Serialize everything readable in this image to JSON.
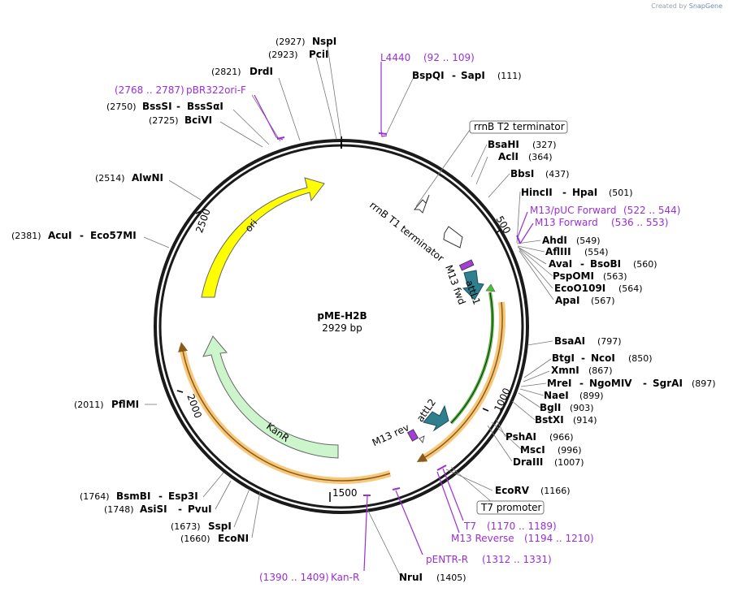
{
  "credit": {
    "prefix": "Created by",
    "brand": "SnapGene"
  },
  "plasmid": {
    "name": "pME-H2B",
    "length": "2929 bp"
  },
  "ticks": [
    "500",
    "1000",
    "1500",
    "2000",
    "2500"
  ],
  "features": [
    {
      "label": "ori"
    },
    {
      "label": "KanR"
    },
    {
      "label": "rrnB T1 terminator"
    },
    {
      "label": "M13 fwd"
    },
    {
      "label": "attL1"
    },
    {
      "label": "attL2"
    },
    {
      "label": "M13 rev"
    }
  ],
  "boxed_labels": [
    {
      "text": "rrnB T2 terminator"
    },
    {
      "text": "T7 promoter"
    }
  ],
  "enzymes": [
    {
      "name": "NspI",
      "pos": "(2927)"
    },
    {
      "name": "PciI",
      "pos": "(2923)"
    },
    {
      "name": "DrdI",
      "pos": "(2821)"
    },
    {
      "name": "BssSI",
      "name2": "BssSαI",
      "pos": "(2750)"
    },
    {
      "name": "BciVI",
      "pos": "(2725)"
    },
    {
      "name": "AlwNI",
      "pos": "(2514)"
    },
    {
      "name": "AcuI",
      "name2": "Eco57MI",
      "pos": "(2381)"
    },
    {
      "name": "PflMI",
      "pos": "(2011)"
    },
    {
      "name": "BsmBI",
      "name2": "Esp3I",
      "pos": "(1764)"
    },
    {
      "name": "AsiSI",
      "name2": "PvuI",
      "pos": "(1748)"
    },
    {
      "name": "SspI",
      "pos": "(1673)"
    },
    {
      "name": "EcoNI",
      "pos": "(1660)"
    },
    {
      "name": "NruI",
      "pos": "(1405)"
    },
    {
      "name": "EcoRV",
      "pos": "(1166)"
    },
    {
      "name": "DraIII",
      "pos": "(1007)"
    },
    {
      "name": "MscI",
      "pos": "(996)"
    },
    {
      "name": "PshAI",
      "pos": "(966)"
    },
    {
      "name": "BstXI",
      "pos": "(914)"
    },
    {
      "name": "BglI",
      "pos": "(903)"
    },
    {
      "name": "NaeI",
      "pos": "(899)"
    },
    {
      "name": "MreI",
      "name2": "NgoMIV",
      "name3": "SgrAI",
      "pos": "(897)"
    },
    {
      "name": "XmnI",
      "pos": "(867)"
    },
    {
      "name": "BtgI",
      "name2": "NcoI",
      "pos": "(850)"
    },
    {
      "name": "BsaAI",
      "pos": "(797)"
    },
    {
      "name": "ApaI",
      "pos": "(567)"
    },
    {
      "name": "EcoO109I",
      "pos": "(564)"
    },
    {
      "name": "PspOMI",
      "pos": "(563)"
    },
    {
      "name": "AvaI",
      "name2": "BsoBI",
      "pos": "(560)"
    },
    {
      "name": "AflIII",
      "pos": "(554)"
    },
    {
      "name": "AhdI",
      "pos": "(549)"
    },
    {
      "name": "HincII",
      "name2": "HpaI",
      "pos": "(501)"
    },
    {
      "name": "BbsI",
      "pos": "(437)"
    },
    {
      "name": "AclI",
      "pos": "(364)"
    },
    {
      "name": "BsaHI",
      "pos": "(327)"
    },
    {
      "name": "BspQI",
      "name2": "SapI",
      "pos": "(111)"
    }
  ],
  "primers": [
    {
      "name": "L4440",
      "pos": "(92 .. 109)"
    },
    {
      "name": "pBR322ori-F",
      "pos": "(2768 .. 2787)"
    },
    {
      "name": "M13/pUC Forward",
      "pos": "(522 .. 544)"
    },
    {
      "name": "M13 Forward",
      "pos": "(536 .. 553)"
    },
    {
      "name": "T7",
      "pos": "(1170 .. 1189)"
    },
    {
      "name": "M13 Reverse",
      "pos": "(1194 .. 1210)"
    },
    {
      "name": "pENTR-R",
      "pos": "(1312 .. 1331)"
    },
    {
      "name": "Kan-R",
      "pos": "(1390 .. 1409)"
    }
  ],
  "colors": {
    "ori": "#ffff00",
    "kanr": "#ccf5cc",
    "attl": "#2f7f8f",
    "m13": "#a23fd4",
    "primer": "#9a2fd6",
    "orange_highlight": "#f7c77a",
    "orf_brown": "#8a5a1a",
    "green_orf": "#55b840"
  }
}
